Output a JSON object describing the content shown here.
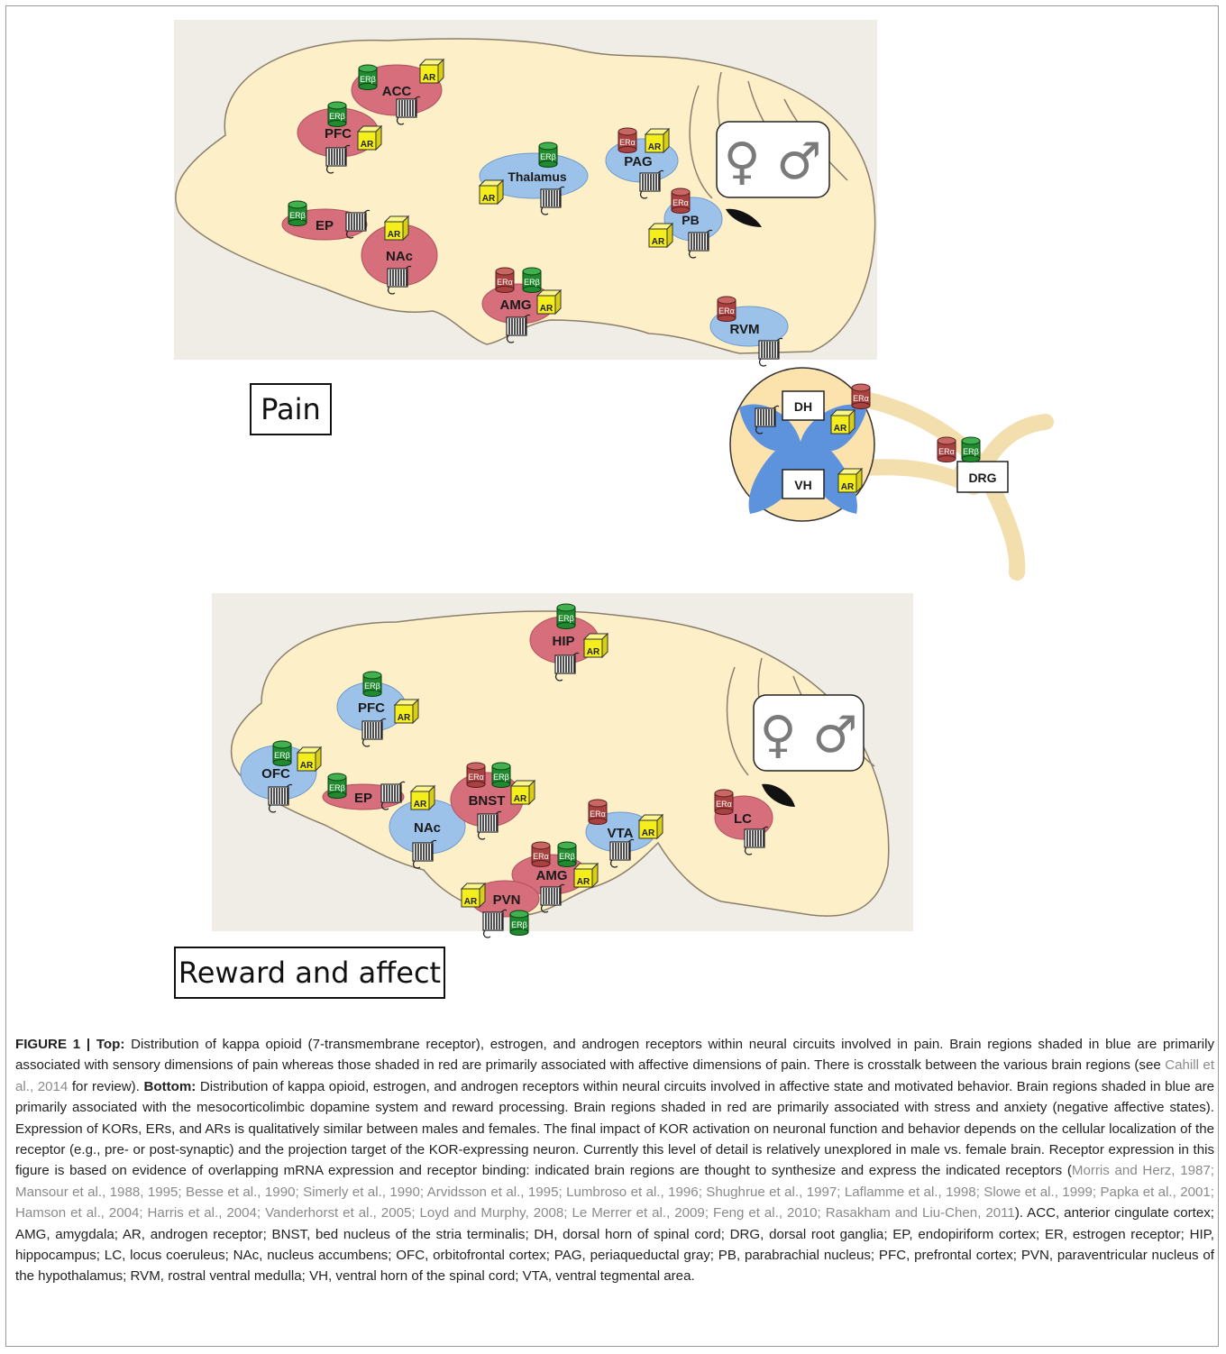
{
  "labels": {
    "panel_top": "Pain",
    "panel_bottom": "Reward and affect",
    "receptor_ar": "AR",
    "receptor_er_beta": "ERβ",
    "receptor_er_alpha": "ERα",
    "sex_symbols": "♀ ♂"
  },
  "top_panel": {
    "regions": [
      {
        "id": "acc",
        "label": "ACC",
        "color": "red"
      },
      {
        "id": "pfc",
        "label": "PFC",
        "color": "red"
      },
      {
        "id": "ep",
        "label": "EP",
        "color": "red"
      },
      {
        "id": "nac",
        "label": "NAc",
        "color": "red"
      },
      {
        "id": "thalamus",
        "label": "Thalamus",
        "color": "blue"
      },
      {
        "id": "pag",
        "label": "PAG",
        "color": "blue"
      },
      {
        "id": "pb",
        "label": "PB",
        "color": "blue"
      },
      {
        "id": "amg",
        "label": "AMG",
        "color": "red"
      },
      {
        "id": "rvm",
        "label": "RVM",
        "color": "blue"
      }
    ],
    "spinal": [
      {
        "id": "dh",
        "label": "DH"
      },
      {
        "id": "vh",
        "label": "VH"
      },
      {
        "id": "drg",
        "label": "DRG"
      }
    ]
  },
  "bottom_panel": {
    "regions": [
      {
        "id": "hip",
        "label": "HIP",
        "color": "red"
      },
      {
        "id": "pfc",
        "label": "PFC",
        "color": "blue"
      },
      {
        "id": "ofc",
        "label": "OFC",
        "color": "blue"
      },
      {
        "id": "ep",
        "label": "EP",
        "color": "red"
      },
      {
        "id": "nac",
        "label": "NAc",
        "color": "blue"
      },
      {
        "id": "bnst",
        "label": "BNST",
        "color": "red"
      },
      {
        "id": "vta",
        "label": "VTA",
        "color": "blue"
      },
      {
        "id": "lc",
        "label": "LC",
        "color": "red"
      },
      {
        "id": "amg",
        "label": "AMG",
        "color": "red"
      },
      {
        "id": "pvn",
        "label": "PVN",
        "color": "red"
      }
    ]
  },
  "colors": {
    "brain_fill": "#fdefc8",
    "red_region": "#d66e7c",
    "blue_region": "#9dc2ea",
    "ar_box": "#f4ee1c",
    "er_beta": "#1f8a2e",
    "er_alpha": "#a8413f",
    "spinal_grey": "#5d93dd"
  },
  "caption": {
    "fig": "FIGURE 1 | ",
    "top_label": "Top:",
    "text1": " Distribution of kappa opioid (7-transmembrane receptor), estrogen, and androgen receptors within neural circuits involved in pain. Brain regions shaded in blue are primarily associated with sensory dimensions of pain whereas those shaded in red are primarily associated with affective dimensions of pain. There is crosstalk between the various brain regions (see ",
    "cite1": "Cahill et al., 2014",
    "text2": " for review). ",
    "bottom_label": "Bottom:",
    "text3": " Distribution of kappa opioid, estrogen, and androgen receptors within neural circuits involved in affective state and motivated behavior. Brain regions shaded in blue are primarily associated with the mesocorticolimbic dopamine system and reward processing. Brain regions shaded in red are primarily associated with stress and anxiety (negative affective states). Expression of KORs, ERs, and ARs is qualitatively similar between males and females. The final impact of KOR activation on neuronal function and behavior depends on the cellular localization of the receptor (e.g., pre- or post-synaptic) and the projection target of the KOR-expressing neuron. Currently this level of detail is relatively unexplored in male vs. female brain. Receptor expression in this figure is based on evidence of overlapping mRNA expression and receptor binding: indicated brain regions are thought to synthesize and express the indicated receptors (",
    "cite2": "Morris and Herz, 1987; Mansour et al., 1988, 1995; Besse et al., 1990; Simerly et al., 1990; Arvidsson et al., 1995; Lumbroso et al., 1996; Shughrue et al., 1997; Laflamme et al., 1998; Slowe et al., 1999; Papka et al., 2001; Hamson et al., 2004; Harris et al., 2004; Vanderhorst et al., 2005; Loyd and Murphy, 2008; Le Merrer et al., 2009; Feng et al., 2010; Rasakham and Liu-Chen, 2011",
    "text4": "). ACC, anterior cingulate cortex; AMG, amygdala; AR, androgen receptor; BNST, bed nucleus of the stria terminalis; DH, dorsal horn of spinal cord; DRG, dorsal root ganglia; EP, endopiriform cortex; ER, estrogen receptor; HIP, hippocampus; LC, locus coeruleus; NAc, nucleus accumbens; OFC, orbitofrontal cortex; PAG, periaqueductal gray; PB, parabrachial nucleus; PFC, prefrontal cortex; PVN, paraventricular nucleus of the hypothalamus; RVM, rostral ventral medulla; VH, ventral horn of the spinal cord; VTA, ventral tegmental area."
  }
}
